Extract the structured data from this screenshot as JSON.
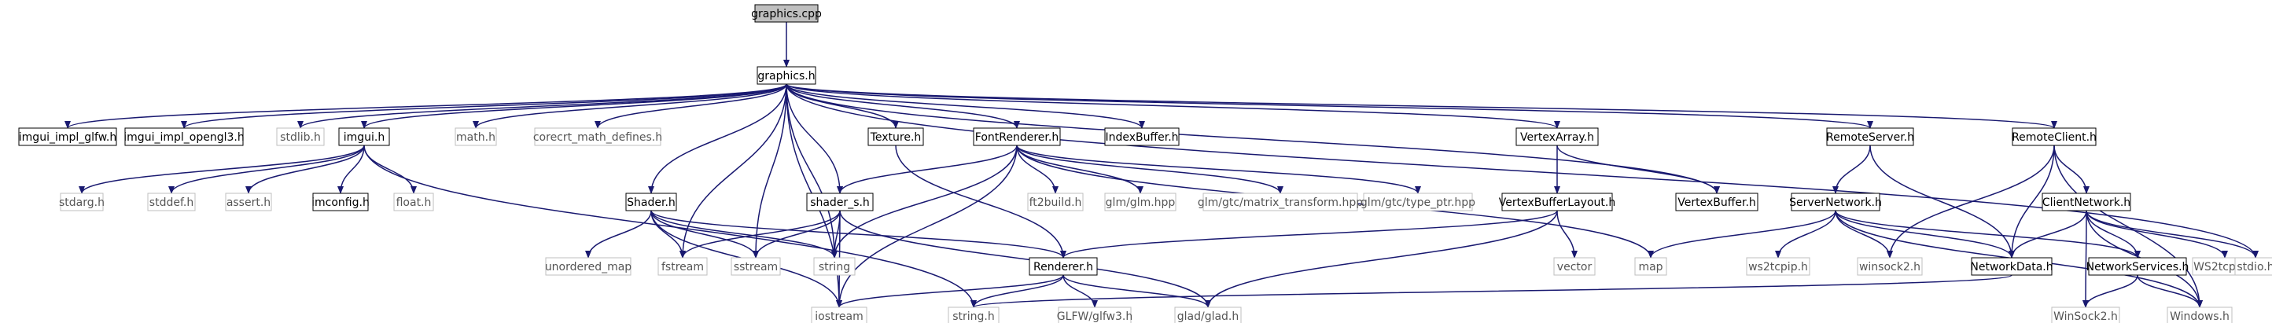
{
  "diagram": {
    "title": "graphics.cpp",
    "colors": {
      "edge": "#191970",
      "root_fill": "#bfbfbf",
      "box_border": "#000000",
      "external_border": "#bfbfbf"
    },
    "nodes": [
      {
        "id": "graphics_cpp",
        "label": "graphics.cpp",
        "kind": "root"
      },
      {
        "id": "graphics_h",
        "label": "graphics.h",
        "kind": "header"
      },
      {
        "id": "imgui_impl_glfw",
        "label": "imgui_impl_glfw.h",
        "kind": "header"
      },
      {
        "id": "imgui_impl_opengl3",
        "label": "imgui_impl_opengl3.h",
        "kind": "header"
      },
      {
        "id": "stdlib",
        "label": "stdlib.h",
        "kind": "external"
      },
      {
        "id": "imgui_h",
        "label": "imgui.h",
        "kind": "header"
      },
      {
        "id": "math_h",
        "label": "math.h",
        "kind": "external"
      },
      {
        "id": "corecrt",
        "label": "corecrt_math_defines.h",
        "kind": "external"
      },
      {
        "id": "texture",
        "label": "Texture.h",
        "kind": "header"
      },
      {
        "id": "fontrenderer",
        "label": "FontRenderer.h",
        "kind": "header"
      },
      {
        "id": "indexbuffer",
        "label": "IndexBuffer.h",
        "kind": "header"
      },
      {
        "id": "vertexarray",
        "label": "VertexArray.h",
        "kind": "header"
      },
      {
        "id": "remoteserver",
        "label": "RemoteServer.h",
        "kind": "header"
      },
      {
        "id": "remoteclient",
        "label": "RemoteClient.h",
        "kind": "header"
      },
      {
        "id": "stdarg",
        "label": "stdarg.h",
        "kind": "external"
      },
      {
        "id": "stddef",
        "label": "stddef.h",
        "kind": "external"
      },
      {
        "id": "assert",
        "label": "assert.h",
        "kind": "external"
      },
      {
        "id": "imconfig",
        "label": "imconfig.h",
        "kind": "header"
      },
      {
        "id": "float",
        "label": "float.h",
        "kind": "external"
      },
      {
        "id": "shader",
        "label": "Shader.h",
        "kind": "header"
      },
      {
        "id": "shader_s",
        "label": "shader_s.h",
        "kind": "header"
      },
      {
        "id": "ft2build",
        "label": "ft2build.h",
        "kind": "external"
      },
      {
        "id": "glm",
        "label": "glm/glm.hpp",
        "kind": "external"
      },
      {
        "id": "glm_mt",
        "label": "glm/gtc/matrix_transform.hpp",
        "kind": "external"
      },
      {
        "id": "glm_tp",
        "label": "glm/gtc/type_ptr.hpp",
        "kind": "external"
      },
      {
        "id": "vbl",
        "label": "VertexBufferLayout.h",
        "kind": "header"
      },
      {
        "id": "vertexbuffer",
        "label": "VertexBuffer.h",
        "kind": "header"
      },
      {
        "id": "servernetwork",
        "label": "ServerNetwork.h",
        "kind": "header"
      },
      {
        "id": "clientnetwork",
        "label": "ClientNetwork.h",
        "kind": "header"
      },
      {
        "id": "unordered_map",
        "label": "unordered_map",
        "kind": "external"
      },
      {
        "id": "fstream",
        "label": "fstream",
        "kind": "external"
      },
      {
        "id": "sstream",
        "label": "sstream",
        "kind": "external"
      },
      {
        "id": "string",
        "label": "string",
        "kind": "external"
      },
      {
        "id": "renderer",
        "label": "Renderer.h",
        "kind": "header"
      },
      {
        "id": "vector",
        "label": "vector",
        "kind": "external"
      },
      {
        "id": "map",
        "label": "map",
        "kind": "external"
      },
      {
        "id": "ws2tcpip_lc",
        "label": "ws2tcpip.h",
        "kind": "external"
      },
      {
        "id": "winsock2_lc",
        "label": "winsock2.h",
        "kind": "external"
      },
      {
        "id": "networkdata",
        "label": "NetworkData.h",
        "kind": "header"
      },
      {
        "id": "networkservices",
        "label": "NetworkServices.h",
        "kind": "header"
      },
      {
        "id": "ws2tcpip_uc",
        "label": "WS2tcpip.h",
        "kind": "external"
      },
      {
        "id": "stdio",
        "label": "stdio.h",
        "kind": "external"
      },
      {
        "id": "iostream",
        "label": "iostream",
        "kind": "external"
      },
      {
        "id": "string_h",
        "label": "string.h",
        "kind": "external"
      },
      {
        "id": "glfw3",
        "label": "GLFW/glfw3.h",
        "kind": "external"
      },
      {
        "id": "glad",
        "label": "glad/glad.h",
        "kind": "external"
      },
      {
        "id": "winsock2_uc",
        "label": "WinSock2.h",
        "kind": "external"
      },
      {
        "id": "windows",
        "label": "Windows.h",
        "kind": "external"
      }
    ],
    "edges": [
      [
        "graphics_cpp",
        "graphics_h"
      ],
      [
        "graphics_h",
        "imgui_impl_glfw"
      ],
      [
        "graphics_h",
        "imgui_impl_opengl3"
      ],
      [
        "graphics_h",
        "stdlib"
      ],
      [
        "graphics_h",
        "imgui_h"
      ],
      [
        "graphics_h",
        "math_h"
      ],
      [
        "graphics_h",
        "corecrt"
      ],
      [
        "graphics_h",
        "texture"
      ],
      [
        "graphics_h",
        "fontrenderer"
      ],
      [
        "graphics_h",
        "indexbuffer"
      ],
      [
        "graphics_h",
        "vertexarray"
      ],
      [
        "graphics_h",
        "remoteserver"
      ],
      [
        "graphics_h",
        "remoteclient"
      ],
      [
        "graphics_h",
        "shader"
      ],
      [
        "graphics_h",
        "shader_s"
      ],
      [
        "graphics_h",
        "fstream"
      ],
      [
        "graphics_h",
        "sstream"
      ],
      [
        "graphics_h",
        "string"
      ],
      [
        "graphics_h",
        "iostream"
      ],
      [
        "graphics_h",
        "vertexbuffer"
      ],
      [
        "graphics_h",
        "stdio"
      ],
      [
        "imgui_h",
        "stdarg"
      ],
      [
        "imgui_h",
        "stddef"
      ],
      [
        "imgui_h",
        "assert"
      ],
      [
        "imgui_h",
        "imconfig"
      ],
      [
        "imgui_h",
        "float"
      ],
      [
        "imgui_h",
        "string_h"
      ],
      [
        "texture",
        "renderer"
      ],
      [
        "fontrenderer",
        "ft2build"
      ],
      [
        "fontrenderer",
        "glm"
      ],
      [
        "fontrenderer",
        "glm_mt"
      ],
      [
        "fontrenderer",
        "glm_tp"
      ],
      [
        "fontrenderer",
        "shader_s"
      ],
      [
        "fontrenderer",
        "map"
      ],
      [
        "fontrenderer",
        "string"
      ],
      [
        "fontrenderer",
        "iostream"
      ],
      [
        "vertexarray",
        "vbl"
      ],
      [
        "vertexarray",
        "vertexbuffer"
      ],
      [
        "vbl",
        "vector"
      ],
      [
        "vbl",
        "renderer"
      ],
      [
        "vbl",
        "glad"
      ],
      [
        "shader",
        "unordered_map"
      ],
      [
        "shader",
        "fstream"
      ],
      [
        "shader",
        "sstream"
      ],
      [
        "shader",
        "string"
      ],
      [
        "shader",
        "renderer"
      ],
      [
        "shader",
        "iostream"
      ],
      [
        "shader_s",
        "fstream"
      ],
      [
        "shader_s",
        "sstream"
      ],
      [
        "shader_s",
        "string"
      ],
      [
        "shader_s",
        "iostream"
      ],
      [
        "shader_s",
        "glad"
      ],
      [
        "renderer",
        "iostream"
      ],
      [
        "renderer",
        "string_h"
      ],
      [
        "renderer",
        "glfw3"
      ],
      [
        "renderer",
        "glad"
      ],
      [
        "remoteserver",
        "servernetwork"
      ],
      [
        "remoteserver",
        "networkdata"
      ],
      [
        "servernetwork",
        "map"
      ],
      [
        "servernetwork",
        "ws2tcpip_lc"
      ],
      [
        "servernetwork",
        "winsock2_lc"
      ],
      [
        "servernetwork",
        "networkdata"
      ],
      [
        "servernetwork",
        "networkservices"
      ],
      [
        "servernetwork",
        "windows"
      ],
      [
        "remoteclient",
        "clientnetwork"
      ],
      [
        "remoteclient",
        "networkdata"
      ],
      [
        "remoteclient",
        "winsock2_lc"
      ],
      [
        "remoteclient",
        "windows"
      ],
      [
        "clientnetwork",
        "networkdata"
      ],
      [
        "clientnetwork",
        "networkservices"
      ],
      [
        "clientnetwork",
        "ws2tcpip_uc"
      ],
      [
        "clientnetwork",
        "stdio"
      ],
      [
        "clientnetwork",
        "winsock2_uc"
      ],
      [
        "clientnetwork",
        "windows"
      ],
      [
        "networkservices",
        "winsock2_uc"
      ],
      [
        "networkservices",
        "windows"
      ],
      [
        "networkdata",
        "string_h"
      ]
    ]
  }
}
